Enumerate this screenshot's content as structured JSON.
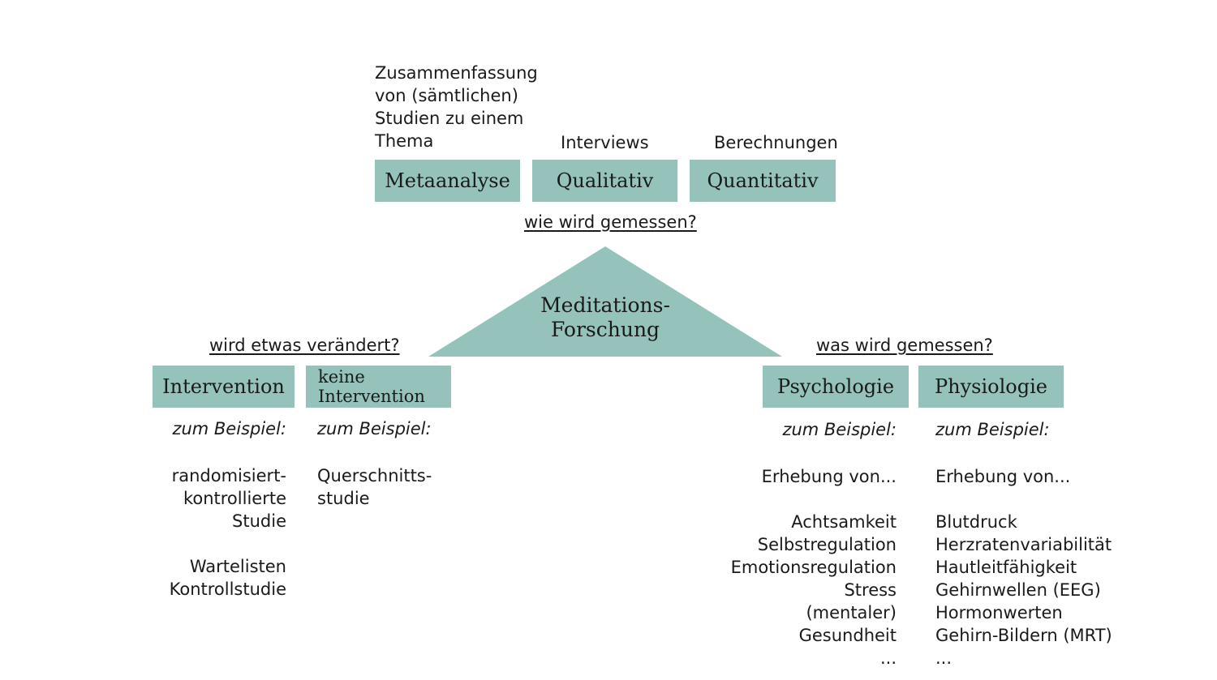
{
  "top": {
    "metaanalyse_desc": "Zusammenfassung\nvon (sämtlichen)\nStudien zu einem\nThema",
    "qualitativ_desc": "Interviews",
    "quantitativ_desc": "Berechnungen",
    "metaanalyse": "Metaanalyse",
    "qualitativ": "Qualitativ",
    "quantitativ": "Quantitativ",
    "question": "wie wird gemessen?"
  },
  "center": {
    "label": "Meditations-\nForschung",
    "fill": "#95c3bb"
  },
  "left": {
    "question": "wird etwas verändert?",
    "intervention": "Intervention",
    "keine_intervention": "keine\nIntervention",
    "beispiel_1": "zum Beispiel:",
    "beispiel_2": "zum Beispiel:",
    "intervention_list": "randomisiert-\nkontrollierte\nStudie\n\nWartelisten\nKontrollstudie",
    "keine_list": "Querschnitts-\nstudie"
  },
  "right": {
    "question": "was wird gemessen?",
    "psychologie": "Psychologie",
    "physiologie": "Physiologie",
    "beispiel_1": "zum Beispiel:",
    "beispiel_2": "zum Beispiel:",
    "erhebung_1": "Erhebung von...",
    "erhebung_2": "Erhebung von...",
    "psych_list": "Achtsamkeit\nSelbstregulation\nEmotionsregulation\nStress\n(mentaler)\nGesundheit\n...",
    "phys_list": "Blutdruck\nHerzratenvariabilität\nHautleitfähigkeit\nGehirnwellen (EEG)\nHormonwerten\nGehirn-Bildern (MRT)\n..."
  },
  "colors": {
    "box": "#95c3bb",
    "text": "#1a1a1a"
  }
}
